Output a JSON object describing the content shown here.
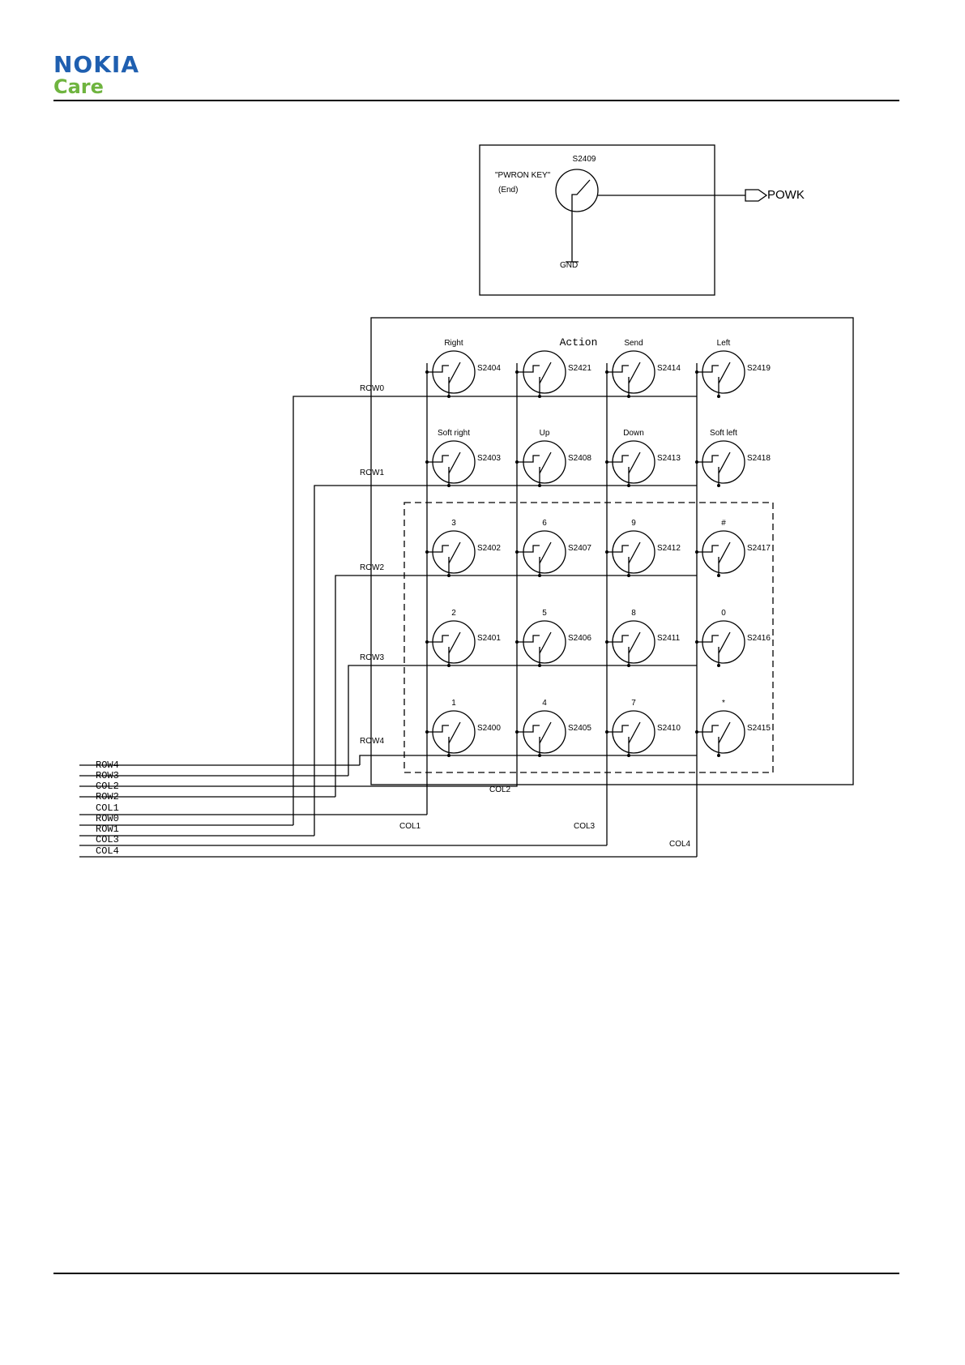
{
  "header": {
    "logo_main": "NOKIA",
    "logo_sub": "Care",
    "brand_color": "#1f5fb0",
    "sub_color": "#6fb43f"
  },
  "power_key": {
    "ref": "S2409",
    "label_1": "\"PWRON KEY\"",
    "label_2": "(End)",
    "net_out": "POWK",
    "gnd": "GND"
  },
  "keypad": {
    "rows": [
      {
        "row": "ROW0",
        "keys": [
          {
            "name": "Right",
            "ref": "S2404"
          },
          {
            "name": "Action",
            "ref": "S2421"
          },
          {
            "name": "Send",
            "ref": "S2414"
          },
          {
            "name": "Left",
            "ref": "S2419"
          }
        ]
      },
      {
        "row": "ROW1",
        "keys": [
          {
            "name": "Soft right",
            "ref": "S2403"
          },
          {
            "name": "Up",
            "ref": "S2408"
          },
          {
            "name": "Down",
            "ref": "S2413"
          },
          {
            "name": "Soft left",
            "ref": "S2418"
          }
        ]
      },
      {
        "row": "ROW2",
        "keys": [
          {
            "name": "3",
            "ref": "S2402"
          },
          {
            "name": "6",
            "ref": "S2407"
          },
          {
            "name": "9",
            "ref": "S2412"
          },
          {
            "name": "#",
            "ref": "S2417"
          }
        ]
      },
      {
        "row": "ROW3",
        "keys": [
          {
            "name": "2",
            "ref": "S2401"
          },
          {
            "name": "5",
            "ref": "S2406"
          },
          {
            "name": "8",
            "ref": "S2411"
          },
          {
            "name": "0",
            "ref": "S2416"
          }
        ]
      },
      {
        "row": "ROW4",
        "keys": [
          {
            "name": "1",
            "ref": "S2400"
          },
          {
            "name": "4",
            "ref": "S2405"
          },
          {
            "name": "7",
            "ref": "S2410"
          },
          {
            "name": "*",
            "ref": "S2415"
          }
        ]
      }
    ],
    "col_labels": [
      "COL1",
      "COL2",
      "COL3",
      "COL4"
    ],
    "pins": [
      "ROW4",
      "ROW3",
      "COL2",
      "ROW2",
      "COL1",
      "ROW0",
      "ROW1",
      "COL3",
      "COL4"
    ]
  }
}
